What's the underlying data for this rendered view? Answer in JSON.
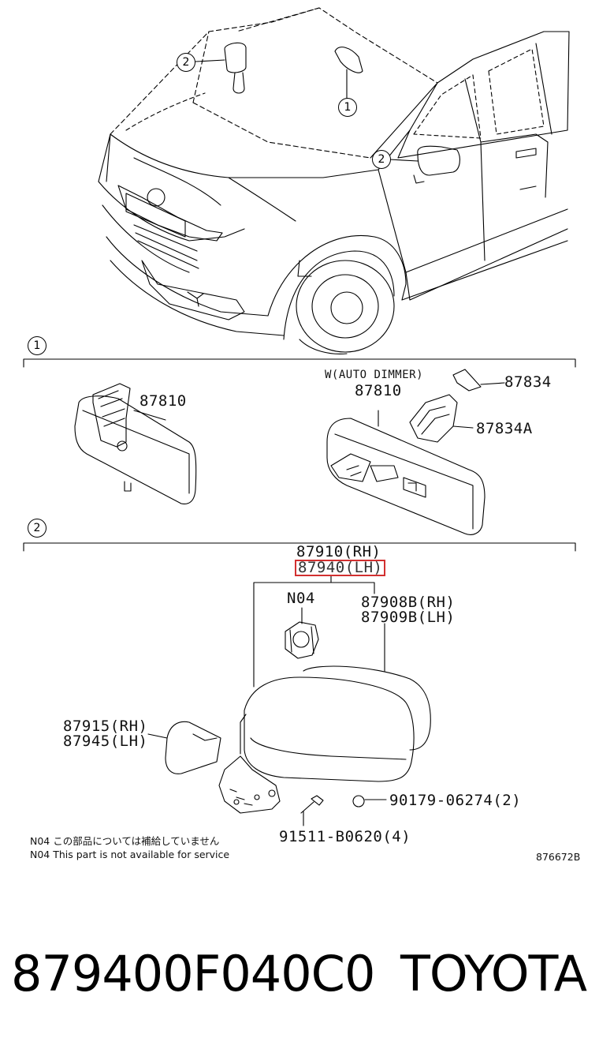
{
  "callouts": {
    "top_2_left": "2",
    "top_1": "1",
    "top_2_right": "2",
    "section_1": "1",
    "section_2": "2"
  },
  "labels": {
    "inner_mirror_plain": "87810",
    "auto_dimmer_note": "W(AUTO DIMMER)",
    "inner_mirror_auto": "87810",
    "cover_upper": "87834",
    "cover_lower": "87834A",
    "outer_mirror_rh": "87910(RH)",
    "outer_mirror_lh": "87940(LH)",
    "motor": "N04",
    "cover_rh": "87908B(RH)",
    "cover_lh": "87909B(LH)",
    "garnish_rh": "87915(RH)",
    "garnish_lh": "87945(LH)",
    "clip": "90179-06274(2)",
    "screw": "91511-B0620(4)"
  },
  "notes": {
    "jp": "N04 この部品については補給していません",
    "en": "N04 This part is not available for service",
    "drawing_no": "876672B"
  },
  "caption": {
    "part_number": "879400F040C0",
    "brand": "TOYOTA"
  },
  "colors": {
    "highlight": "#d23030"
  }
}
